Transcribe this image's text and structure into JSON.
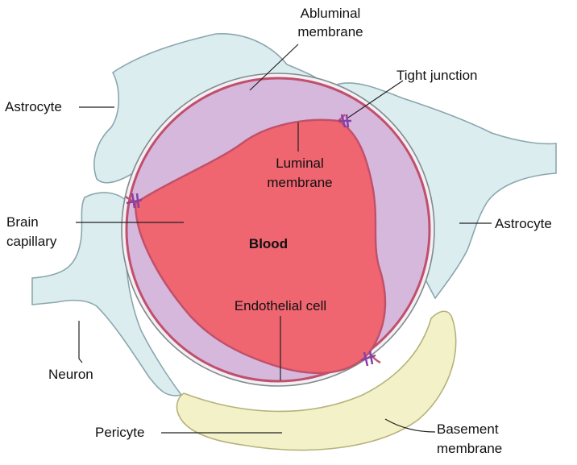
{
  "labels": {
    "abluminal_line1": "Abluminal",
    "abluminal_line2": "membrane",
    "tight_junction": "Tight junction",
    "astrocyte_left": "Astrocyte",
    "astrocyte_right": "Astrocyte",
    "luminal_line1": "Luminal",
    "luminal_line2": "membrane",
    "brain_line1": "Brain",
    "brain_line2": "capillary",
    "blood": "Blood",
    "endothelial": "Endothelial cell",
    "neuron": "Neuron",
    "pericyte": "Pericyte",
    "basement_line1": "Basement",
    "basement_line2": "membrane"
  },
  "colors": {
    "astrocyte_fill": "#dcedf0",
    "astrocyte_stroke": "#8aa7ae",
    "endothelial_fill": "#d6b8dd",
    "blood_fill": "#ef6570",
    "membrane_stroke": "#c0506a",
    "pericyte_fill": "#f3f1c8",
    "junction": "#8a3fa2"
  }
}
